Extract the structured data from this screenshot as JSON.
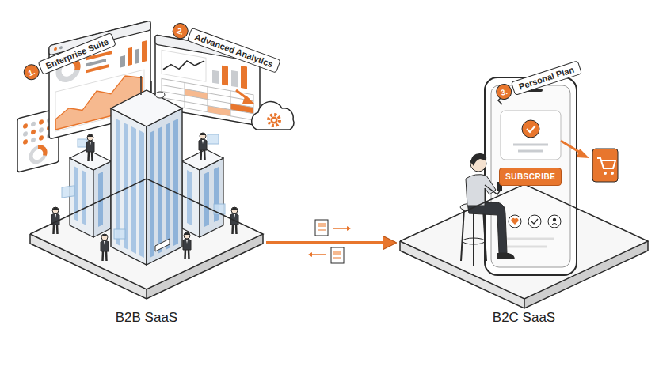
{
  "diagram": {
    "nodes": [
      {
        "text": [
          "1.",
          "Enterprise Suite"
        ]
      },
      {
        "text": [
          "2.",
          "Advanced Analytics"
        ]
      },
      {
        "text": [
          "B2B SaaS"
        ]
      },
      {
        "text": [
          "3.",
          "Personal Plan"
        ]
      },
      {
        "text": [
          "SUBSCRIBE"
        ]
      },
      {
        "text": [
          "B2C SaaS"
        ]
      }
    ],
    "edges": [
      {
        "from": 2,
        "to": 5,
        "arrow": "to"
      }
    ]
  }
}
